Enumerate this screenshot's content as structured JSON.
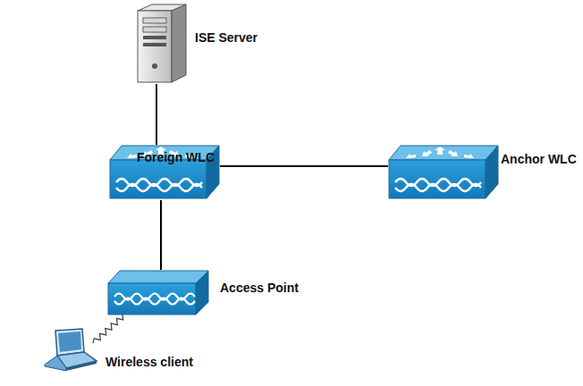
{
  "diagram": {
    "nodes": [
      {
        "text": [
          "ISE Server"
        ]
      },
      {
        "text": [
          "Foreign WLC"
        ]
      },
      {
        "text": [
          "Anchor WLC"
        ]
      },
      {
        "text": [
          "Access Point"
        ]
      },
      {
        "text": [
          "Wireless client"
        ]
      }
    ],
    "edges": [
      {
        "from": 0,
        "to": 1,
        "arrow": "none"
      },
      {
        "from": 1,
        "to": 2,
        "arrow": "none"
      },
      {
        "from": 1,
        "to": 3,
        "arrow": "none"
      },
      {
        "from": 3,
        "to": 4,
        "arrow": "none"
      }
    ]
  }
}
